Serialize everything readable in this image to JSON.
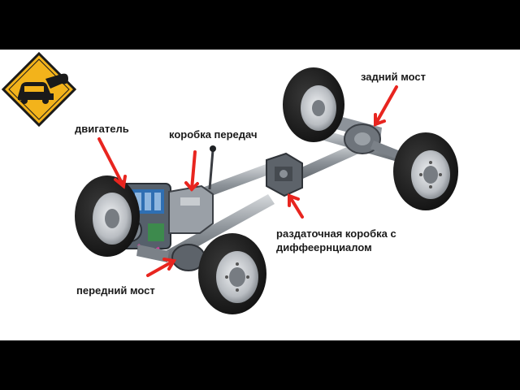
{
  "labels": {
    "engine": "двигатель",
    "gearbox": "коробка передач",
    "rear_axle": "задний мост",
    "transfer_case_line1": "раздаточная коробка с",
    "transfer_case_line2": "диффеернциалом",
    "front_axle": "передний мост"
  },
  "colors": {
    "background_bars": "#000000",
    "panel": "#ffffff",
    "arrow": "#e8251f",
    "logo_fill": "#f3b31b",
    "tire": "#1b1b1b",
    "rim": "#c9ccd0",
    "frame_metal": "#9ea3a9",
    "engine_blue": "#2f6fb3"
  },
  "icons": {
    "logo": "wrench-car-warning-sign-icon"
  }
}
